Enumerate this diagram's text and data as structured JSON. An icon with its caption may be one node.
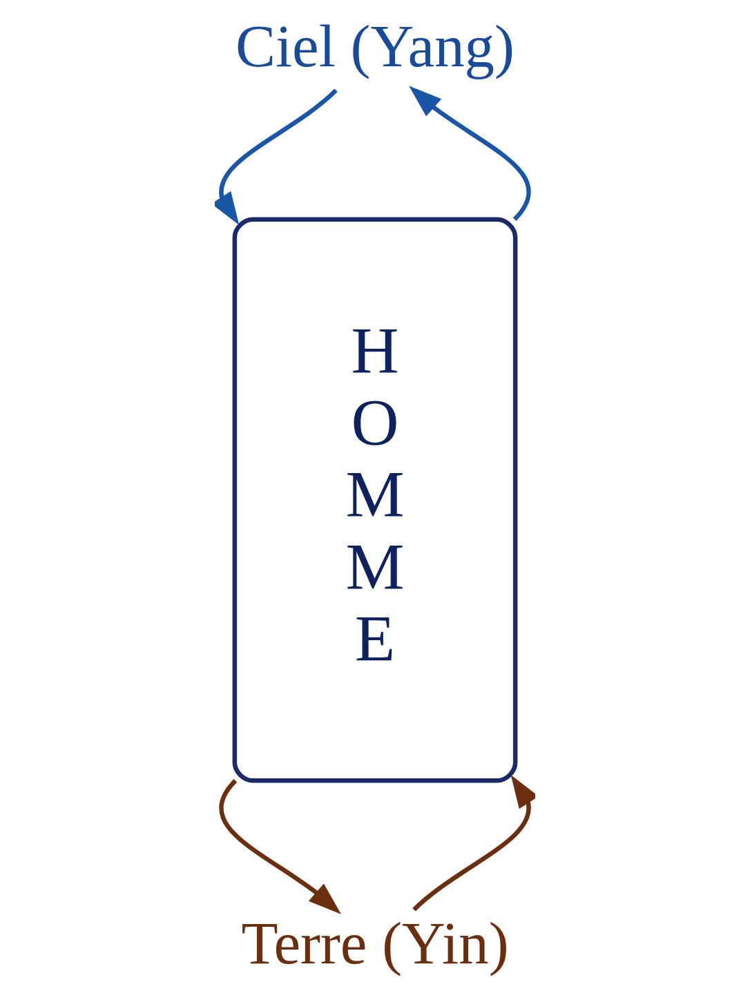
{
  "diagram": {
    "nodes": [
      {
        "text": [
          "Ciel (Yang)"
        ]
      },
      {
        "text": [
          "HOMME"
        ]
      },
      {
        "text": [
          "Terre (Yin)"
        ]
      }
    ],
    "edges": [
      {
        "from": 0,
        "to": 1,
        "arrow": "to",
        "color": "#1a56a8"
      },
      {
        "from": 1,
        "to": 0,
        "arrow": "to",
        "color": "#1a56a8"
      },
      {
        "from": 1,
        "to": 2,
        "arrow": "to",
        "color": "#6b2e0e"
      },
      {
        "from": 2,
        "to": 1,
        "arrow": "to",
        "color": "#6b2e0e"
      }
    ]
  }
}
